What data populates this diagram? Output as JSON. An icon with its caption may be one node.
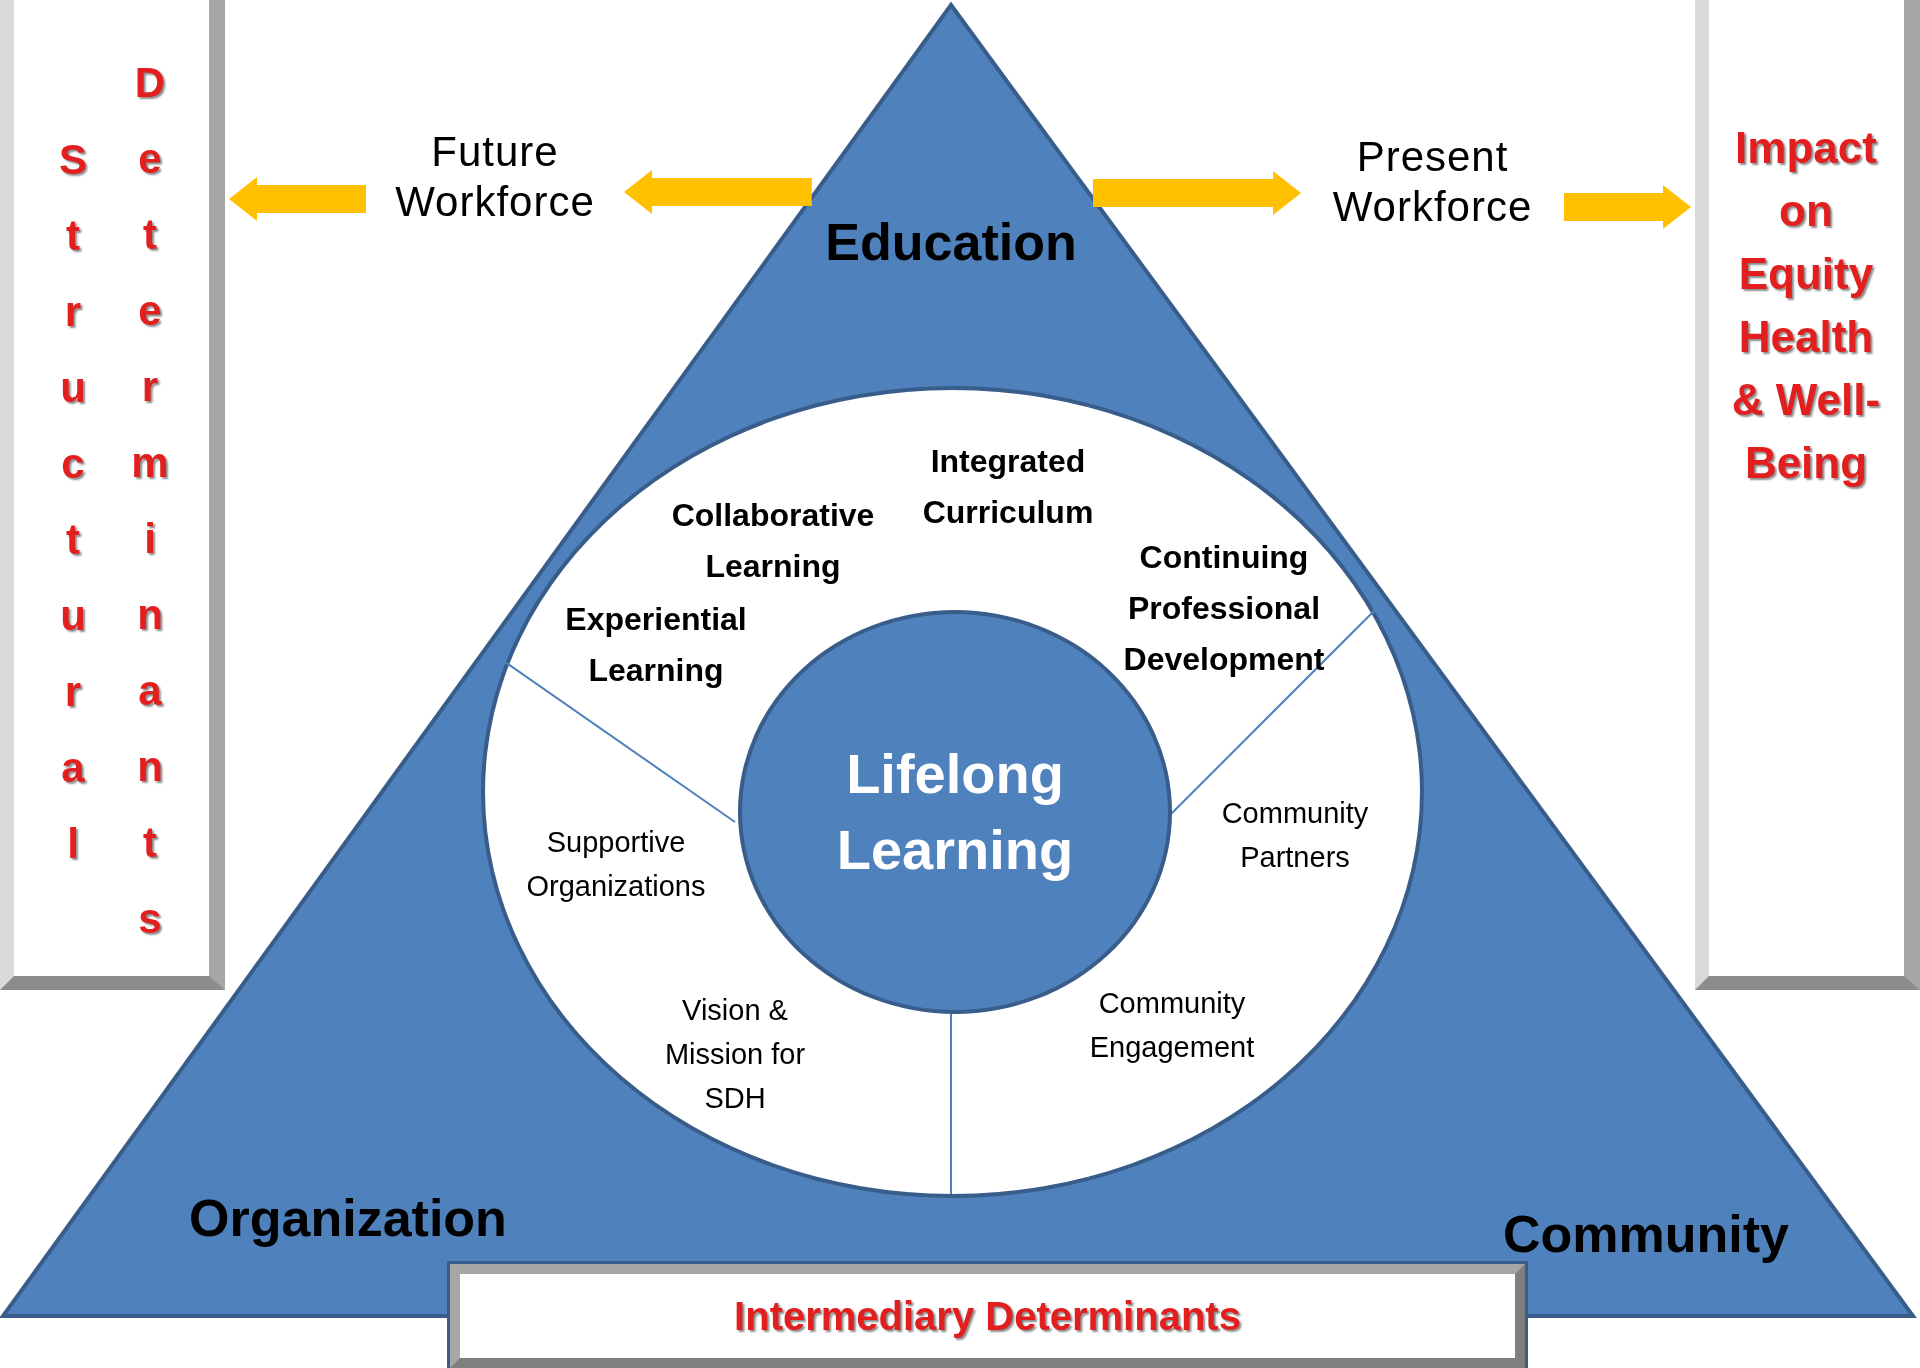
{
  "diagram": {
    "nodes": [
      {
        "text": [
          "Structural",
          "Determinants"
        ]
      },
      {
        "text": [
          "Future Workforce"
        ]
      },
      {
        "text": [
          "Education",
          "Organization",
          "Community"
        ]
      },
      {
        "text": [
          "Present Workforce"
        ]
      },
      {
        "text": [
          "Impact on Equity Health & Well-Being"
        ]
      },
      {
        "text": [
          "Collaborative Learning",
          "Integrated Curriculum",
          "Experiential Learning",
          "Continuing Professional Development",
          "Supportive Organizations",
          "Community Partners",
          "Vision & Mission for SDH",
          "Community Engagement"
        ],
        "in": 2
      },
      {
        "text": [
          "Lifelong Learning"
        ],
        "in": 5
      },
      {
        "text": [
          "Intermediary Determinants"
        ]
      }
    ],
    "edges": [
      {
        "from": 1,
        "to": 0,
        "arrow": "to"
      },
      {
        "from": 2,
        "to": 1,
        "arrow": "to"
      },
      {
        "from": 2,
        "to": 3,
        "arrow": "to"
      },
      {
        "from": 3,
        "to": 4,
        "arrow": "to"
      }
    ]
  }
}
